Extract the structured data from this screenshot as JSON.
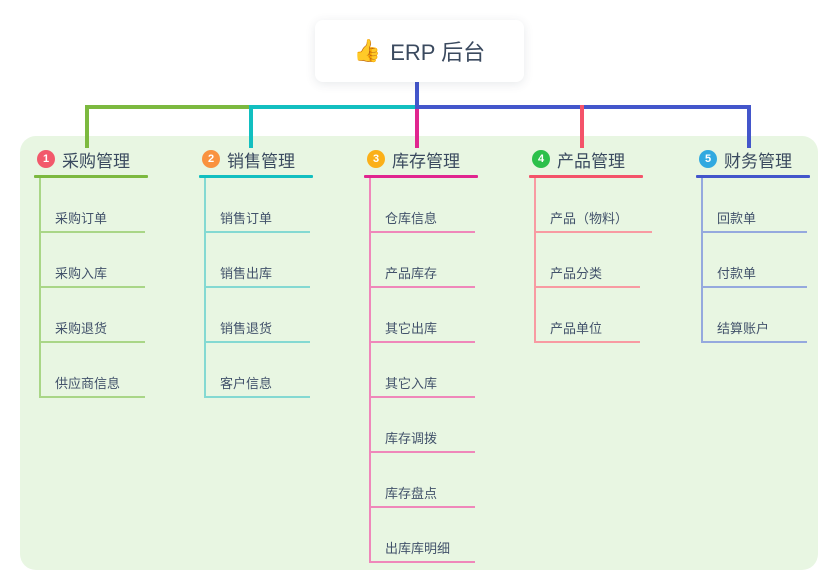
{
  "root": {
    "icon": "thumbs-up-icon",
    "icon_char": "👍",
    "label": "ERP 后台",
    "stem_color": "#4356cb"
  },
  "panel": {
    "background": "#e8f6e2"
  },
  "branches": [
    {
      "num": "1",
      "label": "采购管理",
      "badge_color": "#f2596b",
      "line_color": "#7cb93f",
      "child_line_color": "#a9d687",
      "children": [
        "采购订单",
        "采购入库",
        "采购退货",
        "供应商信息"
      ]
    },
    {
      "num": "2",
      "label": "销售管理",
      "badge_color": "#f9923f",
      "line_color": "#12bfc0",
      "child_line_color": "#84d9d2",
      "children": [
        "销售订单",
        "销售出库",
        "销售退货",
        "客户信息"
      ]
    },
    {
      "num": "3",
      "label": "库存管理",
      "badge_color": "#fbb019",
      "line_color": "#e0268f",
      "child_line_color": "#ef87ba",
      "children": [
        "仓库信息",
        "产品库存",
        "其它出库",
        "其它入库",
        "库存调拨",
        "库存盘点",
        "出库库明细"
      ]
    },
    {
      "num": "4",
      "label": "产品管理",
      "badge_color": "#2cc04b",
      "line_color": "#f4536a",
      "child_line_color": "#f89aa2",
      "children": [
        "产品（物料）",
        "产品分类",
        "产品单位"
      ]
    },
    {
      "num": "5",
      "label": "财务管理",
      "badge_color": "#31a9e0",
      "line_color": "#4356cb",
      "child_line_color": "#95a9de",
      "children": [
        "回款单",
        "付款单",
        "结算账户"
      ]
    }
  ]
}
